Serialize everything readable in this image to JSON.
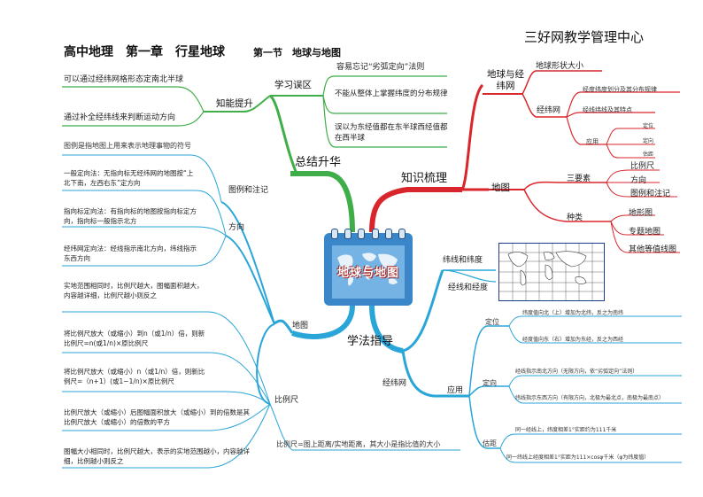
{
  "header": {
    "title": "高中地理　第一章　行星地球",
    "subtitle": "第一节　地球与地图",
    "brand": "三好网教学管理中心"
  },
  "center": {
    "label": "地球与地图"
  },
  "colors": {
    "red": "#d9262c",
    "green": "#3fae49",
    "blue": "#2aa5d8",
    "leaf": "#28a8e0"
  },
  "branches": {
    "summary": {
      "label": "总结升华",
      "knowledge": {
        "label": "知能提升",
        "items": [
          "可以通过经纬网格形态定南北半球",
          "通过补全经纬线来判断运动方向"
        ]
      },
      "mistakes": {
        "label": "学习误区",
        "items": [
          "容易忘记“劣弧定向”法则",
          "不能从整体上掌握纬度的分布规律",
          "误以为东经值都在东半球西经值都在西半球"
        ]
      }
    },
    "knowledge_map": {
      "label": "知识梳理",
      "earth_grid": {
        "label": "地球与经纬网",
        "shape": "地球形状大小",
        "grid": {
          "label": "经纬网",
          "items": [
            "经度纬度划分及其分布规律",
            "经线纬线及其特点"
          ],
          "apply": {
            "label": "应用",
            "items": [
              "定位",
              "定向",
              "估距"
            ]
          }
        }
      },
      "map": {
        "label": "地图",
        "elements": {
          "label": "三要素",
          "items": [
            "比例尺",
            "方向",
            "图例和注记"
          ]
        },
        "kinds": {
          "label": "种类",
          "items": [
            "地形图",
            "专题地图",
            "其他等值线图"
          ]
        }
      }
    },
    "method": {
      "label": "学法指导",
      "lines": {
        "label1": "纬线和纬度",
        "label2": "经线和经度"
      },
      "grid": {
        "label": "经纬网",
        "apply": {
          "label": "应用",
          "locate": {
            "label": "定位",
            "items": [
              "纬度值向北（上）增加为北纬，反之为南纬",
              "经度值向东（右）增加为东经，反之为西经"
            ]
          },
          "direction": {
            "label": "定向",
            "items": [
              "经线指示南北方向（无限方向，依“劣弧定向”法则）",
              "纬线指示东西方向（有限方向，北极为最北点，南极为最南点）"
            ]
          },
          "distance": {
            "label": "估距",
            "items": [
              "同一经线上，纬度相差1°实距约为111千米",
              "同一纬线上经度相差1°实距为111×cosφ千米（φ为纬度值）"
            ]
          }
        }
      },
      "map": {
        "label": "地图",
        "legend": {
          "label": "图例和注记",
          "note": "图例是指地图上用来表示地理事物的符号"
        },
        "direction": {
          "label": "方向",
          "items": [
            "一般定向法：无指向标无经纬网的地图按“上北下南，左西右东”定方向",
            "指向标定向法：有指向标的地图按指向标定方向，指向标一般指示北方",
            "经纬网定向法：经线指示南北方向，纬线指示东西方向"
          ]
        },
        "scale": {
          "label": "比例尺",
          "items": [
            "实地范围相同时，比例尺越大，图幅面积越大，内容越详细，比例尺越小则反之",
            "将比例尺放大（或缩小）到n（或1/n）倍，则新比例尺=n(或1/n)×原比例尺",
            "将比例尺放大（或缩小）n（或1/n）倍，则新比例尺=（n+1）(或1−1/n)×原比例尺",
            "比例尺放大（或缩小）后图幅面积放大（或缩小）到的倍数是其比例尺放大（或缩小）的倍数的平方",
            "图幅大小相同时，比例尺越大，表示的实地范围越小，内容越详细，比例越小则反之"
          ],
          "formula": "比例尺=图上距离/实地距离，其大小是指比值的大小"
        }
      }
    }
  }
}
